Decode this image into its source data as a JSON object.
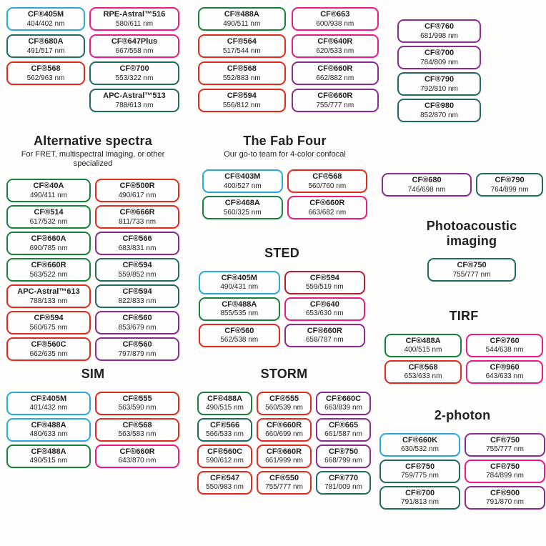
{
  "palette": {
    "blue": "#2aa9e0",
    "green": "#17823c",
    "teal": "#206a60",
    "red": "#e02b1e",
    "pink": "#ec1a82",
    "purple": "#8a2b90",
    "maroon": "#b41f2e"
  },
  "sections": [
    {
      "key": "top-left-group",
      "dyes": [
        {
          "name": "CF®405M",
          "value": "404/402 nm",
          "color": "blue"
        },
        {
          "name": "RPE-Astral™516",
          "value": "580/611 nm",
          "color": "pink"
        },
        {
          "name": "CF®680A",
          "value": "491/517 nm",
          "color": "teal"
        },
        {
          "name": "CF®647Plus",
          "value": "667/558 nm",
          "color": "pink"
        },
        {
          "name": "CF®568",
          "value": "562/963 nm",
          "color": "red"
        },
        {
          "name": "CF®700",
          "value": "553/322 nm",
          "color": "teal"
        },
        null,
        {
          "name": "APC-Astral™513",
          "value": "788/613 nm",
          "color": "teal"
        }
      ]
    },
    {
      "key": "top-middle-group",
      "dyes": [
        {
          "name": "CF®488A",
          "value": "490/511 nm",
          "color": "green"
        },
        {
          "name": "CF®663",
          "value": "600/938 nm",
          "color": "pink"
        },
        {
          "name": "CF®564",
          "value": "517/544 nm",
          "color": "red"
        },
        {
          "name": "CF®640R",
          "value": "620/533 nm",
          "color": "pink"
        },
        {
          "name": "CF®568",
          "value": "552/883 nm",
          "color": "red"
        },
        {
          "name": "CF®660R",
          "value": "662/882 nm",
          "color": "purple"
        },
        {
          "name": "CF®594",
          "value": "556/812 nm",
          "color": "red"
        },
        {
          "name": "CF®660R",
          "value": "755/777 nm",
          "color": "purple"
        }
      ]
    },
    {
      "key": "top-right-group",
      "dyes": [
        {
          "name": "CF®760",
          "value": "681/998 nm",
          "color": "purple"
        },
        {
          "name": "CF®700",
          "value": "784/809 nm",
          "color": "purple"
        },
        {
          "name": "CF®790",
          "value": "792/810 nm",
          "color": "teal"
        },
        {
          "name": "CF®980",
          "value": "852/870 nm",
          "color": "teal"
        }
      ]
    },
    {
      "key": "alternative-spectra",
      "title": "Alternative spectra",
      "subtitle": "For FRET, multispectral imaging, or other specialized",
      "dyes": [
        {
          "name": "CF®40A",
          "value": "490/411 nm",
          "color": "green"
        },
        {
          "name": "CF®500R",
          "value": "490/617 nm",
          "color": "red"
        },
        {
          "name": "CF®514",
          "value": "617/532 nm",
          "color": "green"
        },
        {
          "name": "CF®666R",
          "value": "811/733 nm",
          "color": "red"
        },
        {
          "name": "CF®660A",
          "value": "690/785 nm",
          "color": "green"
        },
        {
          "name": "CF®566",
          "value": "683/831 nm",
          "color": "purple"
        },
        {
          "name": "CF®660R",
          "value": "563/522 nm",
          "color": "green"
        },
        {
          "name": "CF®594",
          "value": "559/852 nm",
          "color": "teal"
        },
        {
          "name": "APC-Astral™613",
          "value": "788/133 nm",
          "color": "red"
        },
        {
          "name": "CF®594",
          "value": "822/833 nm",
          "color": "teal"
        },
        {
          "name": "CF®594",
          "value": "560/675 nm",
          "color": "red"
        },
        {
          "name": "CF®560",
          "value": "853/679 nm",
          "color": "purple"
        },
        {
          "name": "CF®560C",
          "value": "662/635 nm",
          "color": "red"
        },
        {
          "name": "CF®560",
          "value": "797/879 nm",
          "color": "purple"
        }
      ]
    },
    {
      "key": "fab-four",
      "title": "The Fab Four",
      "subtitle": "Our go-to team for 4-color confocal",
      "dyes": [
        {
          "name": "CF®403M",
          "value": "400/527 nm",
          "color": "blue"
        },
        {
          "name": "CF®568",
          "value": "560/760 nm",
          "color": "red"
        },
        {
          "name": "CF®468A",
          "value": "560/325 nm",
          "color": "green"
        },
        {
          "name": "CF®660R",
          "value": "663/682 nm",
          "color": "pink"
        }
      ]
    },
    {
      "key": "sted",
      "title": "STED",
      "dyes": [
        {
          "name": "CF®405M",
          "value": "490/431 nm",
          "color": "blue"
        },
        {
          "name": "CF®594",
          "value": "559/519 nm",
          "color": "maroon"
        },
        {
          "name": "CF®488A",
          "value": "855/535 nm",
          "color": "green"
        },
        {
          "name": "CF®640",
          "value": "653/630 nm",
          "color": "pink"
        },
        {
          "name": "CF®560",
          "value": "562/538 nm",
          "color": "red"
        },
        {
          "name": "CF®660R",
          "value": "658/787 nm",
          "color": "purple"
        }
      ]
    },
    {
      "key": "sim",
      "title": "SIM",
      "dyes": [
        {
          "name": "CF®405M",
          "value": "401/432 nm",
          "color": "blue"
        },
        {
          "name": "CF®555",
          "value": "563/590 nm",
          "color": "red"
        },
        {
          "name": "CF®488A",
          "value": "480/633 nm",
          "color": "blue"
        },
        {
          "name": "CF®568",
          "value": "563/583 nm",
          "color": "red"
        },
        {
          "name": "CF®488A",
          "value": "490/515 nm",
          "color": "green"
        },
        {
          "name": "CF®660R",
          "value": "643/870 nm",
          "color": "pink"
        }
      ]
    },
    {
      "key": "storm",
      "title": "STORM",
      "dyes": [
        {
          "name": "CF®488A",
          "value": "490/515 nm",
          "color": "green"
        },
        {
          "name": "CF®555",
          "value": "560/539 nm",
          "color": "red"
        },
        {
          "name": "CF®660C",
          "value": "663/839 nm",
          "color": "purple"
        },
        {
          "name": "CF®566",
          "value": "566/533 nm",
          "color": "teal"
        },
        {
          "name": "CF®660R",
          "value": "660/699 nm",
          "color": "red"
        },
        {
          "name": "CF®665",
          "value": "661/587 nm",
          "color": "purple"
        },
        {
          "name": "CF®560C",
          "value": "590/612 nm",
          "color": "red"
        },
        {
          "name": "CF®660R",
          "value": "661/999 nm",
          "color": "red"
        },
        {
          "name": "CF®750",
          "value": "668/799 nm",
          "color": "purple"
        },
        {
          "name": "CF®547",
          "value": "550/983 nm",
          "color": "red"
        },
        {
          "name": "CF®550",
          "value": "755/777 nm",
          "color": "red"
        },
        {
          "name": "CF®770",
          "value": "781/009 nm",
          "color": "teal"
        }
      ]
    },
    {
      "key": "nir-pair",
      "dyes": [
        {
          "name": "CF®680",
          "value": "746/698 nm",
          "color": "purple"
        },
        {
          "name": "CF®790",
          "value": "764/899 nm",
          "color": "teal"
        }
      ]
    },
    {
      "key": "photoacoustic",
      "title": "Photoacoustic imaging",
      "dyes": [
        {
          "name": "CF®750",
          "value": "755/777 nm",
          "color": "teal"
        }
      ]
    },
    {
      "key": "tirf",
      "title": "TIRF",
      "dyes": [
        {
          "name": "CF®488A",
          "value": "400/515 nm",
          "color": "green"
        },
        {
          "name": "CF®760",
          "value": "544/638 nm",
          "color": "pink"
        },
        {
          "name": "CF®568",
          "value": "653/633 nm",
          "color": "red"
        },
        {
          "name": "CF®960",
          "value": "643/633 nm",
          "color": "pink"
        }
      ]
    },
    {
      "key": "two-photon",
      "title": "2-photon",
      "dyes": [
        {
          "name": "CF®660K",
          "value": "630/532 nm",
          "color": "blue"
        },
        {
          "name": "CF®750",
          "value": "755/777 nm",
          "color": "purple"
        },
        {
          "name": "CF®750",
          "value": "759/775 nm",
          "color": "teal"
        },
        {
          "name": "CF®750",
          "value": "784/899 nm",
          "color": "pink"
        },
        {
          "name": "CF®700",
          "value": "791/813 nm",
          "color": "teal"
        },
        {
          "name": "CF®900",
          "value": "791/870 nm",
          "color": "purple"
        }
      ]
    }
  ]
}
